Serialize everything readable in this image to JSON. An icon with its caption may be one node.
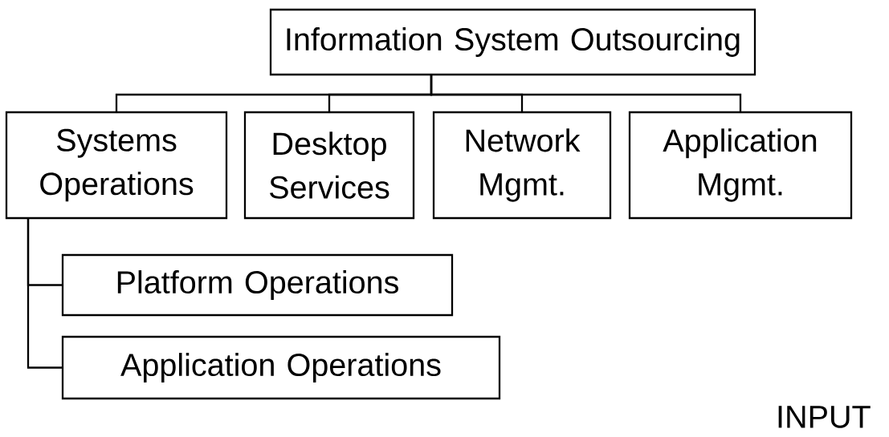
{
  "diagram": {
    "nodes": [
      {
        "text": [
          "Information System Outsourcing"
        ]
      },
      {
        "text": [
          "Systems Operations"
        ]
      },
      {
        "text": [
          "Desktop Services"
        ]
      },
      {
        "text": [
          "Network Mgmt."
        ]
      },
      {
        "text": [
          "Application Mgmt."
        ]
      },
      {
        "text": [
          "Platform Operations"
        ]
      },
      {
        "text": [
          "Application Operations"
        ]
      }
    ],
    "edges": [
      {
        "from": 0,
        "to": 1,
        "arrow": "none"
      },
      {
        "from": 0,
        "to": 2,
        "arrow": "none"
      },
      {
        "from": 0,
        "to": 3,
        "arrow": "none"
      },
      {
        "from": 0,
        "to": 4,
        "arrow": "none"
      },
      {
        "from": 1,
        "to": 5,
        "arrow": "none"
      },
      {
        "from": 1,
        "to": 6,
        "arrow": "none"
      }
    ],
    "labels": [
      "INPUT"
    ]
  }
}
